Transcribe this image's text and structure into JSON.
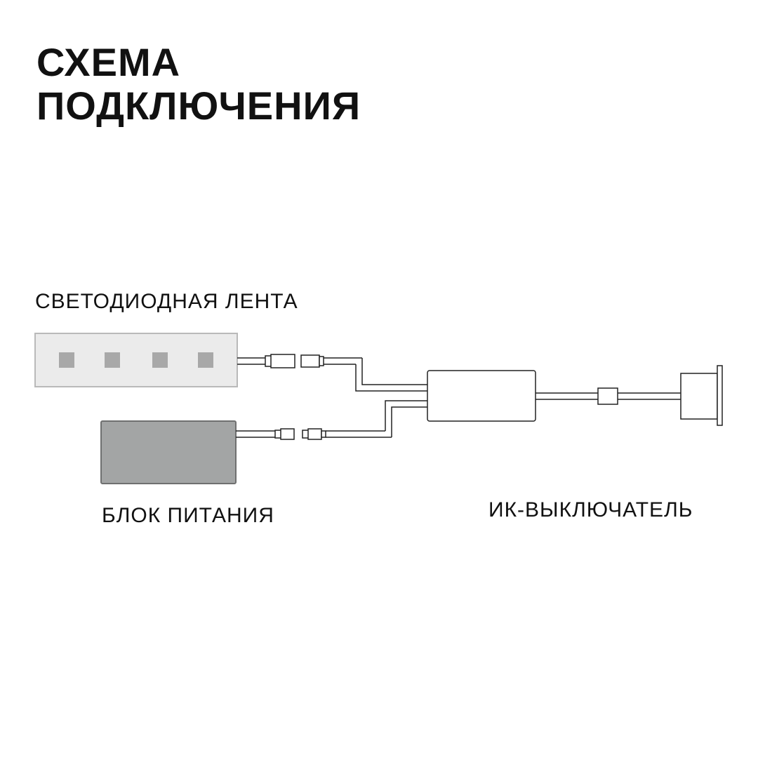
{
  "title": {
    "line1": "СХЕМА",
    "line2": "ПОДКЛЮЧЕНИЯ"
  },
  "labels": {
    "led_strip": "СВЕТОДИОДНАЯ ЛЕНТА",
    "power_supply": "БЛОК ПИТАНИЯ",
    "ir_switch": "ИК-ВЫКЛЮЧАТЕЛЬ"
  },
  "colors": {
    "background": "#ffffff",
    "text": "#111111",
    "line": "#222222",
    "led_strip_fill": "#ebebeb",
    "led_strip_border": "#b9b9b9",
    "led_chip": "#a8a8a8",
    "power_supply_fill": "#a3a5a5",
    "power_supply_border": "#6f7070"
  }
}
